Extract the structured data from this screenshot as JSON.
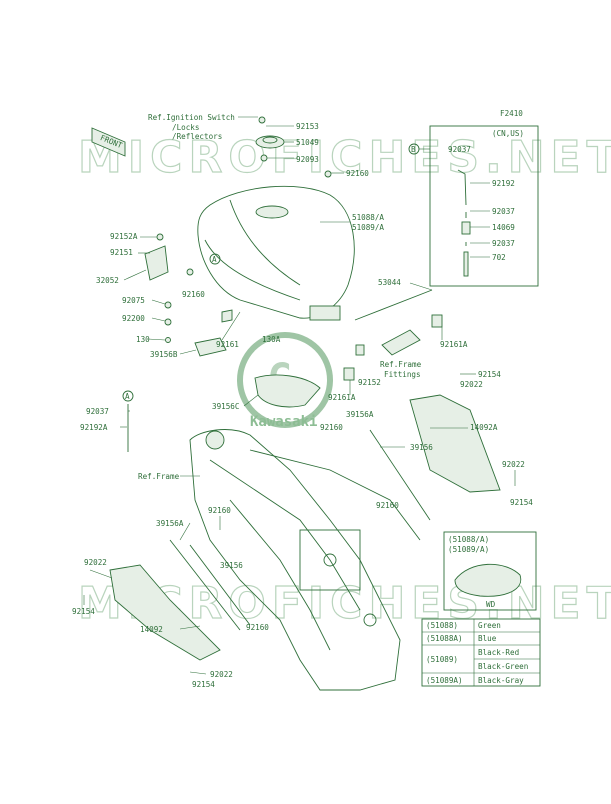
{
  "figure_code": "F2410",
  "watermark": "MICROFICHES.NET",
  "logo": {
    "text": "Kawasaki",
    "monogram": "G"
  },
  "front_arrow": "FRONT",
  "detail_box": {
    "marker": "B",
    "region": "(CN,US)",
    "parts": [
      "92037",
      "92192",
      "92037",
      "14069",
      "92037",
      "702"
    ]
  },
  "inset": {
    "codes": [
      "(51088/A)",
      "(51089/A)"
    ],
    "note": "WD"
  },
  "refs": {
    "ignition_lines": [
      "Ref.Ignition Switch",
      "/Locks",
      "/Reflectors"
    ],
    "frame_fittings_lines": [
      "Ref.Frame",
      "Fittings"
    ],
    "frame": "Ref.Frame"
  },
  "markers": {
    "a1": "A",
    "a2": "A",
    "b": "B"
  },
  "labels": {
    "p92153": "92153",
    "p51049": "51049",
    "p92093": "92093",
    "p92160a": "92160",
    "p51088": "51088/A",
    "p51089": "51089/A",
    "p92152A": "92152A",
    "p92151": "92151",
    "p32052": "32052",
    "p92160b": "92160",
    "p92075": "92075",
    "p92200": "92200",
    "p130": "130",
    "p39156B": "39156B",
    "p92161": "92161",
    "p130A": "130A",
    "p53044": "53044",
    "p92161Aa": "92161A",
    "p92161Ab": "92161A",
    "p92152": "92152",
    "p92154a": "92154",
    "p92022a": "92022",
    "p39156C": "39156C",
    "p39156A": "39156A",
    "p14092A": "14092A",
    "p92160c": "92160",
    "p39156a": "39156",
    "p92037": "92037",
    "p92192A": "92192A",
    "p92022b": "92022",
    "p92154b": "92154",
    "p92160d": "92160",
    "p92160e": "92160",
    "p39156Ab": "39156A",
    "p39156b": "39156",
    "p92022c": "92022",
    "p92154c": "92154",
    "p14092": "14092",
    "p92160f": "92160",
    "p92022d": "92022",
    "p92154d": "92154"
  },
  "color_table": [
    {
      "code": "(51088)",
      "color": "Green"
    },
    {
      "code": "(51088A)",
      "color": "Blue"
    },
    {
      "code": "(51089)",
      "color": "Black-Red"
    },
    {
      "code": "",
      "color": "Black-Green"
    },
    {
      "code": "(51089A)",
      "color": "Black-Gray"
    }
  ]
}
